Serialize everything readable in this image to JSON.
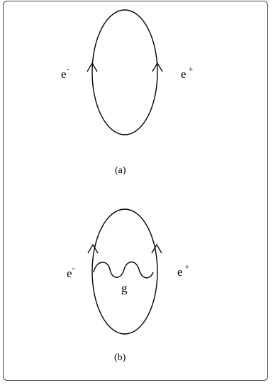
{
  "diagram_a": {
    "left_label": "e",
    "left_sup": "-",
    "right_label": "e",
    "right_sup": "+",
    "caption": "(a)"
  },
  "diagram_b": {
    "left_label": "e",
    "left_sup": "-",
    "right_label": "e",
    "right_sup": "+",
    "gluon_label": "g",
    "caption": "(b)"
  },
  "colors": {
    "line": "#000000",
    "frame": "#444444"
  }
}
